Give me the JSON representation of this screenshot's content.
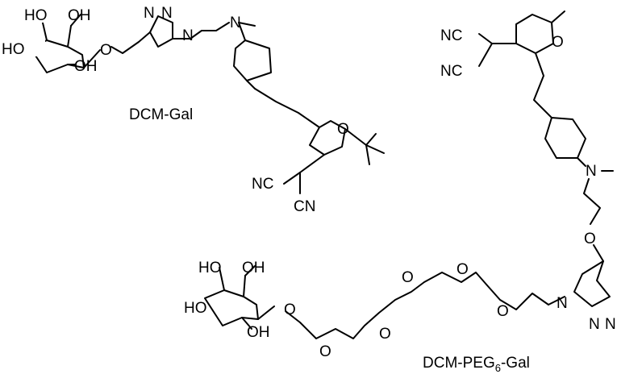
{
  "compounds": [
    {
      "id": "dcm-gal",
      "name": "DCM-Gal"
    },
    {
      "id": "dcm-peg6-gal",
      "name_parts": [
        "DCM-PEG",
        "6",
        "-Gal"
      ]
    }
  ],
  "atoms": {
    "ho": "HO",
    "oh": "OH",
    "o": "O",
    "n": "N",
    "nc": "NC",
    "cn": "CN"
  }
}
